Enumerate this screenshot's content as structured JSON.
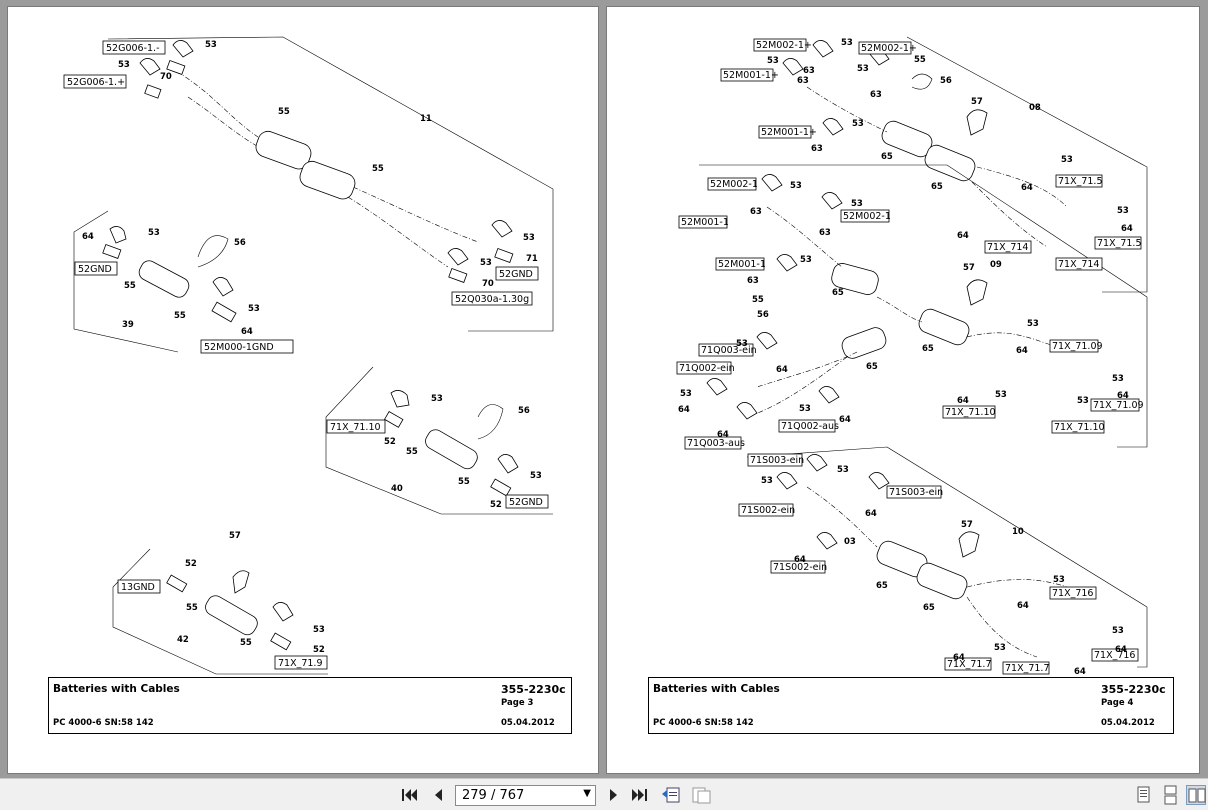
{
  "left_page": {
    "labels": {
      "l1": "52G006-1.-",
      "l2": "52G006-1.+",
      "l3": "52GND",
      "l4": "52GND",
      "l5": "52Q030a-1.30g",
      "l6": "52M000-1GND",
      "l7": "71X_71.10",
      "l8": "52GND",
      "l9": "13GND",
      "l10": "71X_71.9"
    },
    "numbers": {
      "n53a": "53",
      "n53b": "53",
      "n70a": "70",
      "n55a": "55",
      "n55b": "55",
      "n11": "11",
      "n53c": "53",
      "n53d": "53",
      "n71": "71",
      "n70b": "70",
      "n64a": "64",
      "n53e": "53",
      "n56a": "56",
      "n55c": "55",
      "n55d": "55",
      "n53f": "53",
      "n64b": "64",
      "n39": "39",
      "n53g": "53",
      "n56b": "56",
      "n52a": "52",
      "n55e": "55",
      "n55f": "55",
      "n53h": "53",
      "n52b": "52",
      "n40": "40",
      "n57": "57",
      "n52c": "52",
      "n55g": "55",
      "n55h": "55",
      "n53i": "53",
      "n52d": "52",
      "n42": "42"
    },
    "titleblock": {
      "title": "Batteries with Cables",
      "doc": "355-2230c",
      "page": "Page 3",
      "machine": "PC 4000-6 SN:58 142",
      "date": "05.04.2012"
    }
  },
  "right_page": {
    "labels": {
      "r1": "52M002-1+",
      "r2": "52M002-1+",
      "r3": "52M001-1+",
      "r4": "52M001-1+",
      "r5": "71X_71.5",
      "r6": "71X_714",
      "r7": "71X_71.5",
      "r8": "71X_714",
      "r9": "52M002-1",
      "r10": "52M001-1",
      "r11": "52M002-1",
      "r12": "52M001-1",
      "r13": "71Q003-ein",
      "r14": "71Q002-ein",
      "r15": "71Q003-aus",
      "r16": "71Q002-aus",
      "r17": "71X_71.09",
      "r18": "71X_71.10",
      "r19": "71X_71.09",
      "r20": "71X_71.10",
      "r21": "71S003-ein",
      "r22": "71S003-ein",
      "r23": "71S002-ein",
      "r24": "71S002-ein",
      "r25": "71X_716",
      "r26": "71X_716",
      "r27": "71X_71.7",
      "r28": "71X_71.7"
    },
    "numbers": {
      "m53a": "53",
      "m53b": "53",
      "m53c": "53",
      "m55": "55",
      "m56": "56",
      "m63a": "63",
      "m63b": "63",
      "m63c": "63",
      "m08": "08",
      "m57a": "57",
      "m65a": "65",
      "m65b": "65",
      "m53d": "53",
      "m64a": "64",
      "m53e": "53",
      "m64b": "64",
      "m64c": "64",
      "m63d": "63",
      "m53f": "53",
      "m53g": "53",
      "m63e": "63",
      "m53h": "53",
      "m63f": "63",
      "m09": "09",
      "m53i": "53",
      "m63g": "63",
      "m55b": "55",
      "m56b": "56",
      "m65c": "65",
      "m57b": "57",
      "m65d": "65",
      "m65e": "65",
      "m53j": "53",
      "m64d": "64",
      "m53k": "53",
      "m64e": "64",
      "m64f": "64",
      "m53l": "53",
      "m64g": "64",
      "m53m": "53",
      "m64h": "64",
      "m53n": "53",
      "m64i": "64",
      "m53o": "53",
      "m53p": "53",
      "m64j": "64",
      "m03": "03",
      "m64k": "64",
      "m10": "10",
      "m57c": "57",
      "m65f": "65",
      "m65g": "65",
      "m53q": "53",
      "m64l": "64",
      "m53r": "53",
      "m64m": "64",
      "m64n": "64",
      "m53s": "53",
      "m64o": "64",
      "m53t": "53",
      "m53u": "53",
      "m64p": "64"
    },
    "titleblock": {
      "title": "Batteries with Cables",
      "doc": "355-2230c",
      "page": "Page 4",
      "machine": "PC 4000-6 SN:58 142",
      "date": "05.04.2012"
    }
  },
  "toolbar": {
    "page_indicator": "279 / 767",
    "first_icon": "first-page-icon",
    "prev_icon": "previous-page-icon",
    "next_icon": "next-page-icon",
    "last_icon": "last-page-icon"
  }
}
